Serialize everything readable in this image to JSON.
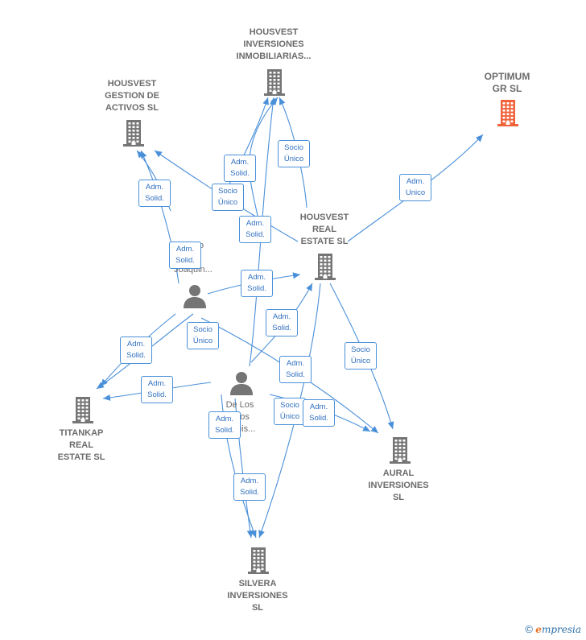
{
  "colors": {
    "edge": "#4a90d9",
    "company_icon": "#757575",
    "highlight_icon": "#f0623a",
    "person_icon": "#757575"
  },
  "nodes": {
    "housvest_inmobiliarias": "HOUSVEST\nINVERSIONES\nINMOBILIARIAS...",
    "housvest_gestion": "HOUSVEST\nGESTION DE\nACTIVOS SL",
    "optimum": "OPTIMUM\nGR SL",
    "housvest_real_estate": "HOUSVEST\nREAL\nESTATE SL",
    "person_joaquin": "...allo\n...ra\nJoaquin...",
    "person_luis": "De Los\n...tos\n...Luis...",
    "titankap": "TITANKAP\nREAL\nESTATE SL",
    "aural": "AURAL\nINVERSIONES\nSL",
    "silvera": "SILVERA\nINVERSIONES\nSL"
  },
  "edge_labels": [
    "Socio\nÚnico",
    "Adm.\nSolid.",
    "Socio\nÚnico",
    "Adm.\nSolid.",
    "Adm.\nUnico",
    "Adm.\nSolid.",
    "Adm.\nSolid.",
    "Adm.\nSolid.",
    "Socio\nÚnico",
    "Adm.\nSolid.",
    "Socio\nÚnico",
    "Adm.\nSolid.",
    "Adm.\nSolid.",
    "Adm.\nSolid.",
    "Socio\nÚnico",
    "Adm.\nSolid.",
    "Adm.\nSolid.",
    "Adm.\nSolid."
  ],
  "footer": {
    "copyright": "©",
    "brand_first": "e",
    "brand_rest": "mpresia"
  }
}
